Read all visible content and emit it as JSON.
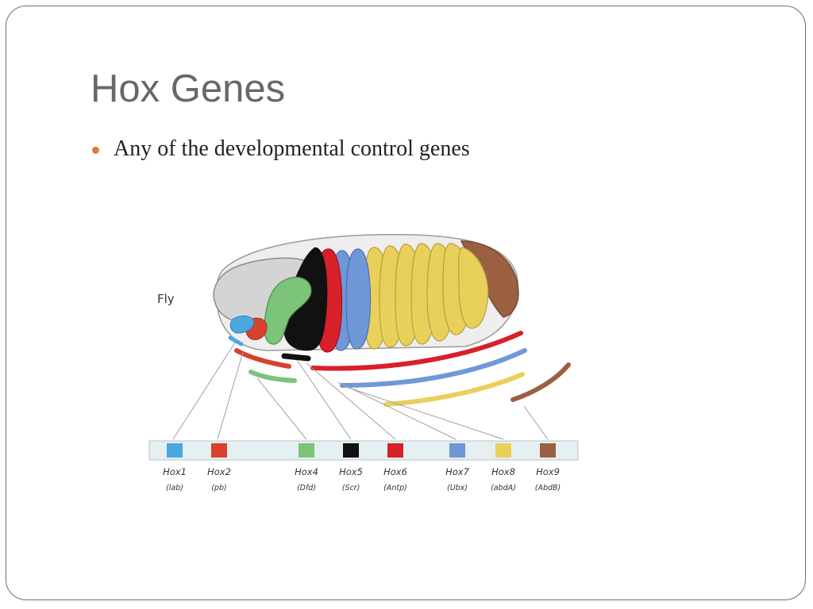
{
  "slide": {
    "title": "Hox Genes",
    "bullets": [
      "Any of the developmental control genes"
    ]
  },
  "figure": {
    "organism_label": "Fly",
    "genes": [
      {
        "name": "Hox1",
        "alias": "(lab)",
        "color": "#4aa8e0"
      },
      {
        "name": "Hox2",
        "alias": "(pb)",
        "color": "#d9402e"
      },
      {
        "name": "Hox4",
        "alias": "(Dfd)",
        "color": "#7cc47a"
      },
      {
        "name": "Hox5",
        "alias": "(Scr)",
        "color": "#111111"
      },
      {
        "name": "Hox6",
        "alias": "(Antp)",
        "color": "#d8202a"
      },
      {
        "name": "Hox7",
        "alias": "(Ubx)",
        "color": "#6f98d8"
      },
      {
        "name": "Hox8",
        "alias": "(abdA)",
        "color": "#e8d05a"
      },
      {
        "name": "Hox9",
        "alias": "(AbdB)",
        "color": "#9a6040"
      }
    ]
  },
  "colors": {
    "bullet": "#e07a2e",
    "title": "#6a6767"
  }
}
